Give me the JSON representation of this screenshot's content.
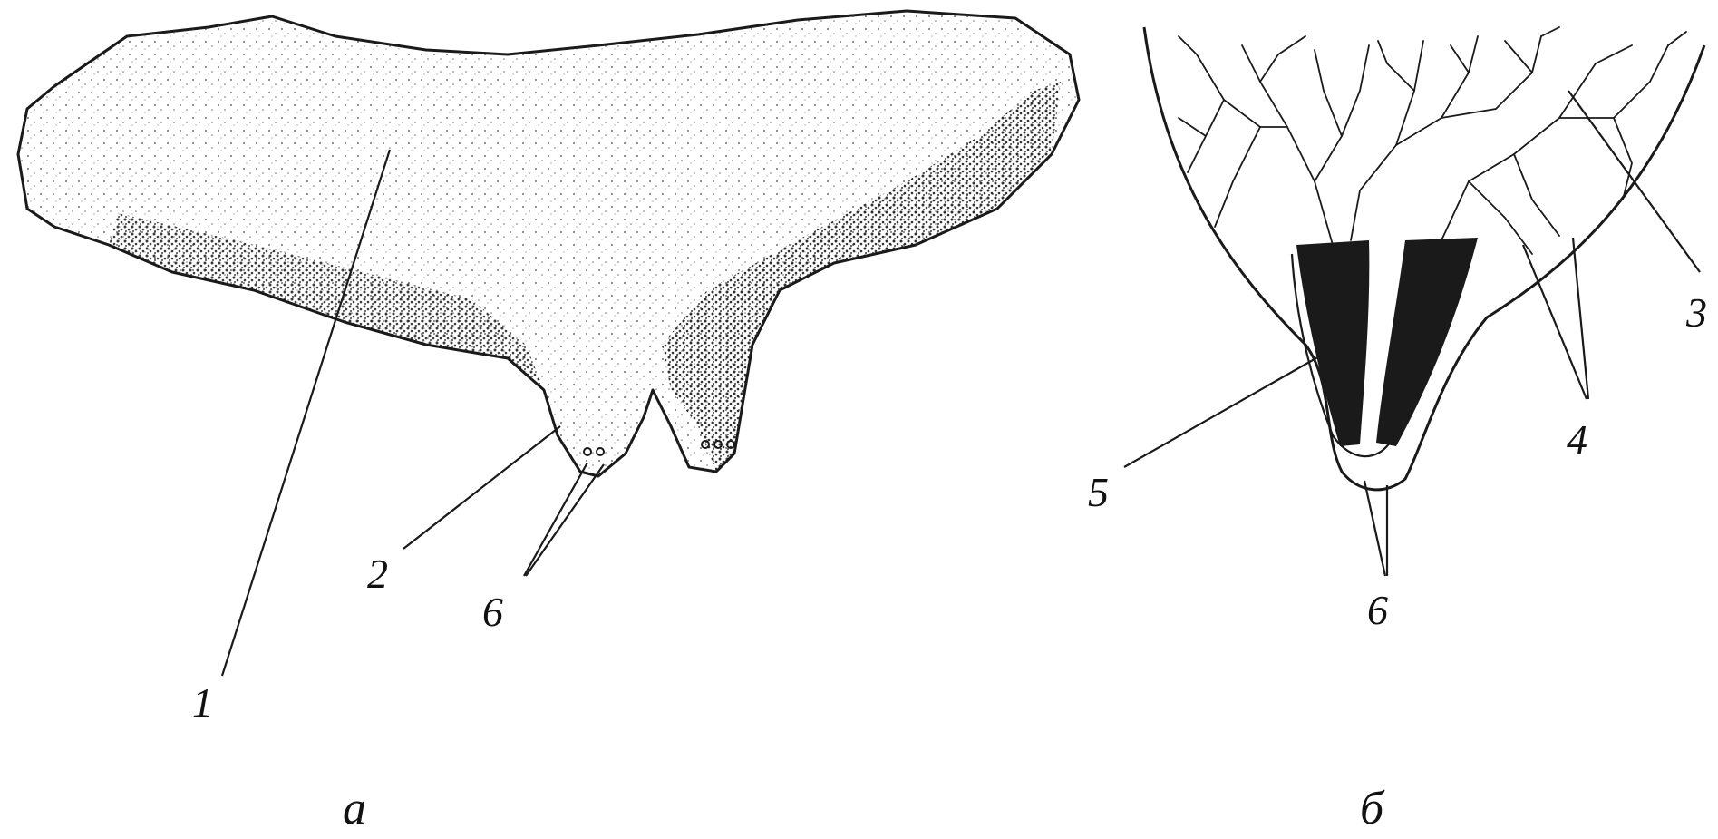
{
  "figure_a": {
    "caption": "а",
    "labels": {
      "l1": "1",
      "l2": "2",
      "l6": "6"
    }
  },
  "figure_b": {
    "caption": "б",
    "labels": {
      "l3": "3",
      "l4": "4",
      "l5": "5",
      "l6": "6"
    }
  }
}
